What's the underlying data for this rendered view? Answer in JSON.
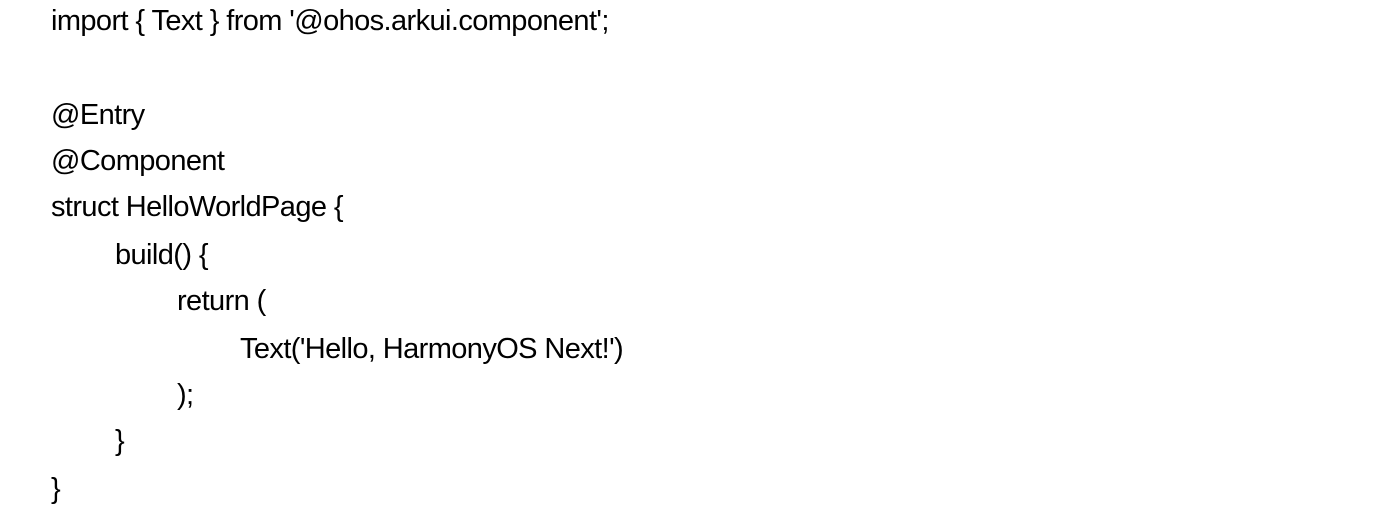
{
  "document": {
    "lines": [
      {
        "text": "import { Text } from '@ohos.arkui.component';",
        "indent": 0
      },
      {
        "text": "",
        "indent": 0
      },
      {
        "text": "@Entry",
        "indent": 0
      },
      {
        "text": "@Component",
        "indent": 0
      },
      {
        "text": "struct HelloWorldPage {",
        "indent": 0
      },
      {
        "text": "build() {",
        "indent": 1
      },
      {
        "text": "return (",
        "indent": 2
      },
      {
        "text": "Text('Hello, HarmonyOS Next!')",
        "indent": 3
      },
      {
        "text": ");",
        "indent": 2
      },
      {
        "text": "}",
        "indent": 1
      },
      {
        "text": "}",
        "indent": 0
      }
    ]
  },
  "colors": {
    "background": "#ffffff",
    "text": "#000000"
  }
}
